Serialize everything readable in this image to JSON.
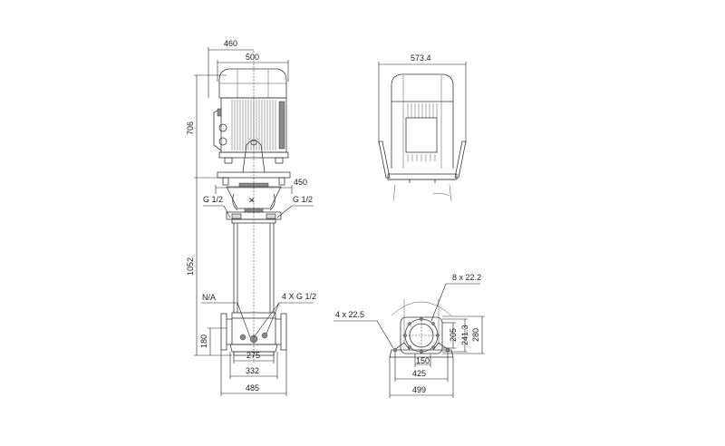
{
  "diagram": {
    "type": "technical-dimension-drawing",
    "subject": "vertical multistage pump with motor",
    "views": {
      "front_view": {
        "dimensions": {
          "motor_width_offset": "460",
          "motor_width": "500",
          "motor_height": "706",
          "flange_width": "450",
          "pump_height": "1052",
          "inlet_height": "180",
          "base_inner": "275",
          "base_mid": "332",
          "base_overall": "485"
        },
        "annotations": {
          "vent_left": "G 1/2",
          "vent_right": "G 1/2",
          "na_label": "N/A",
          "drain_ports": "4 X G 1/2"
        }
      },
      "side_view": {
        "dimensions": {
          "motor_depth": "573.4"
        }
      },
      "base_view": {
        "dimensions": {
          "flange_holes": "8 x 22.2",
          "base_holes": "4 x 22.5",
          "bolt_circle_205": "205",
          "bolt_circle_241": "241.3",
          "flange_dia": "280",
          "pipe_dia": "150",
          "base_hole_spacing": "425",
          "base_width": "499"
        }
      }
    },
    "colors": {
      "line": "#3a3a3a",
      "background": "#ffffff",
      "shade": "#d8d8d8"
    }
  }
}
